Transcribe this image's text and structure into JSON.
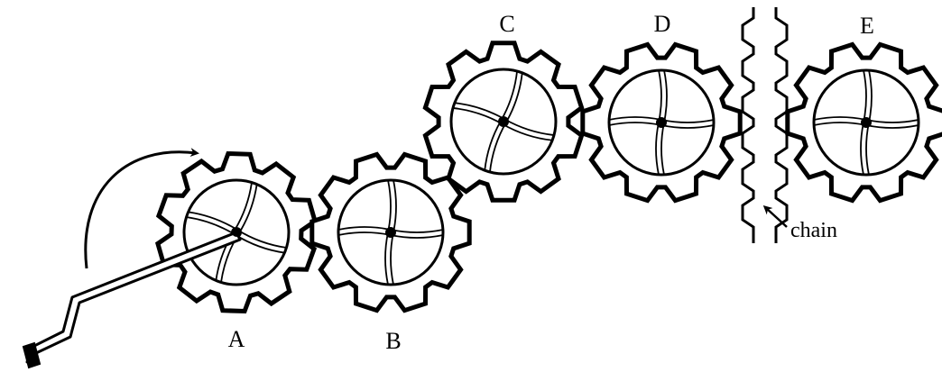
{
  "gears": [
    {
      "id": "A",
      "label": "A"
    },
    {
      "id": "B",
      "label": "B"
    },
    {
      "id": "C",
      "label": "C"
    },
    {
      "id": "D",
      "label": "D"
    },
    {
      "id": "E",
      "label": "E"
    }
  ],
  "chain": {
    "label": "chain"
  },
  "crank": {
    "rotation_direction": "clockwise"
  },
  "colors": {
    "stroke": "#000000",
    "fill": "#ffffff",
    "background": "#ffffff"
  }
}
